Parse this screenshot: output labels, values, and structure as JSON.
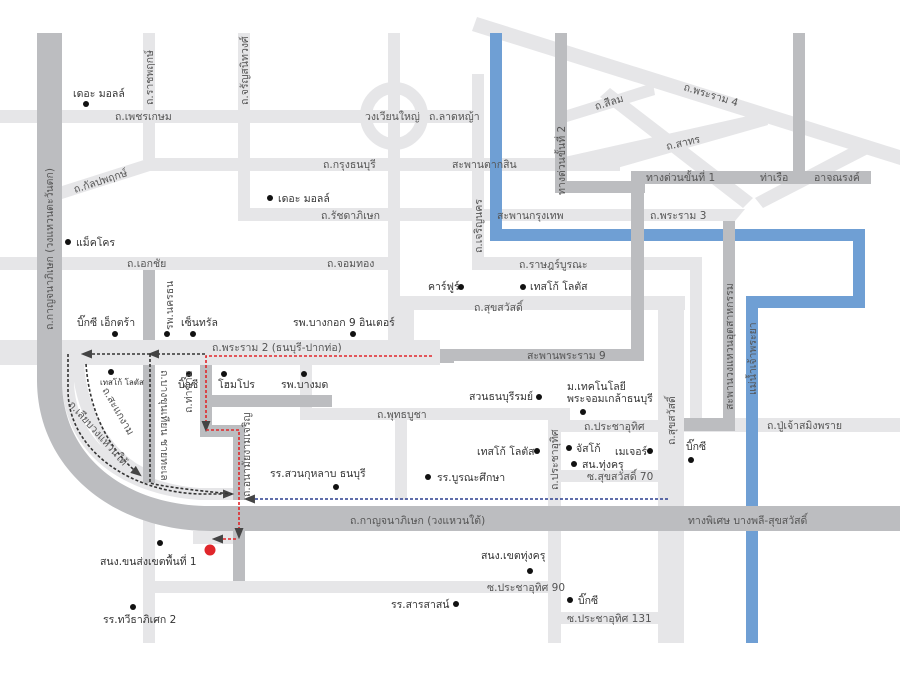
{
  "map": {
    "title": "แผนที่",
    "colors": {
      "minor_road": "#e6e6e8",
      "major_road": "#bcbdc0",
      "river": "#6f9fd4",
      "route_black": "#333333",
      "route_red": "#e0262b",
      "route_blue": "#2b3f8f",
      "destination": "#e0262b",
      "poi_dot": "#111111"
    },
    "roads": {
      "kanchanaphisek_west": "ถ.กาญจนาภิเษก (วงแหวนตะวันตก)",
      "kanchanaphisek_south": "ถ.กาญจนาภิเษก (วงแหวนใต้)",
      "bangphli_suksawat": "ทางพิเศษ บางพลี-สุขสวัสดิ์",
      "phetkasem": "ถ.เพชรเกษม",
      "ratchaphruek": "ถ.ราชพฤกษ์",
      "charansanitwong": "ถ.จรัญสนิทวงศ์",
      "wongwian_yai": "วงเวียนใหญ่",
      "lat_ya": "ถ.ลาดหญ้า",
      "kanlapaphruek": "ถ.กัลปพฤกษ์",
      "krung_thonburi": "ถ.กรุงธนบุรี",
      "taksin_bridge": "สะพานตากสิน",
      "ratchadaphisek": "ถ.รัชดาภิเษก",
      "krungthep_bridge": "สะพานกรุงเทพ",
      "rama3": "ถ.พระราม 3",
      "charoen_nakhon": "ถ.เจริญนคร",
      "ekkachai": "ถ.เอกชัย",
      "chom_thong": "ถ.จอมทอง",
      "rat_burana": "ถ.ราษฎร์บูรณะ",
      "suksawat": "ถ.สุขสวัสดิ์",
      "rama2": "ถ.พระราม 2 (ธนบุรี-ปากท่อ)",
      "rama9_bridge": "สะพานพระราม 9",
      "expressway1": "ทางด่วนขั้นที่ 1",
      "expressway2": "ทางด่วนขั้นที่ 2",
      "tha_ruea": "ท่าเรือ",
      "atchanarong": "อาจณรงค์",
      "silom": "ถ.สีลม",
      "rama4": "ถ.พระราม 4",
      "sathon": "ถ.สาทร",
      "industrial_ring": "สะพานวงแหวนอุตสาหกรรม",
      "chao_phraya": "แม่น้ำเจ้าพระยา",
      "pu_chao_saming_phrai": "ถ.ปู่เจ้าสมิงพราย",
      "phra_nakhon_hosp_road": "รพ.นครธน",
      "bang_khun_thian": "ถ.บางขุนเทียน ชายทะเล",
      "samae_dam": "ถ.สะแกงาม",
      "liap_wongwaen": "ถ.เลียบวงแหวนใต้",
      "tha_kham": "ถ.ท่าข้าม",
      "anamai": "ถ.อนามัยงามเจริญ",
      "phutthabucha": "ถ.พุทธบูชา",
      "pracha_uthit_h": "ถ.ประชาอุทิศ",
      "pracha_uthit_v": "ถ.ประชาอุทิศ",
      "suksawat_v": "ถ.สุขสวัสดิ์",
      "soi_suksawat70": "ซ.สุขสวัสดิ์ 70",
      "soi_pracha_uthit90": "ซ.ประชาอุทิศ 90",
      "soi_pracha_uthit131": "ซ.ประชาอุทิศ 131"
    },
    "places": {
      "the_mall_1": "เดอะ มอลล์",
      "the_mall_2": "เดอะ มอลล์",
      "makro": "แม็คโคร",
      "bigc_extra": "บิ๊กซี เอ็กตร้า",
      "central": "เซ็นทรัล",
      "bangkok9_hosp": "รพ.บางกอก 9 อินเตอร์",
      "carrefour": "คาร์ฟูร์",
      "tesco_1": "เทสโก้ โลตัส",
      "tesco_2": "เทสโก้ โลตัส",
      "tesco_3": "เทสโก้ โลตัส",
      "bigc_1": "บิ๊กซี",
      "homepro": "โฮมโปร",
      "bangmod_hosp": "รพ.บางมด",
      "suan_thonburirom": "สวนธนบุรีรมย์",
      "kmutt": "ม.เทคโนโลยี\nพระจอมเกล้าธนบุรี",
      "kmutt_line1": "ม.เทคโนโลยี",
      "kmutt_line2": "พระจอมเกล้าธนบุรี",
      "jusco": "จัสโก้",
      "major": "เมเจอร์",
      "thung_khru_police": "สน.ทุ่งครุ",
      "bigc_2": "บิ๊กซี",
      "suankularb": "รร.สวนกุหลาบ ธนบุรี",
      "buranasuksa": "รร.บูรณะศึกษา",
      "transport_office1": "สนง.ขนส่งเขตพื้นที่ 1",
      "thung_khru_office": "สนง.เขตทุ่งครุ",
      "bigc_3": "บิ๊กซี",
      "sarasas": "รร.สารสาสน์",
      "thawi_2": "รร.ทวีธาภิเศก 2"
    }
  }
}
